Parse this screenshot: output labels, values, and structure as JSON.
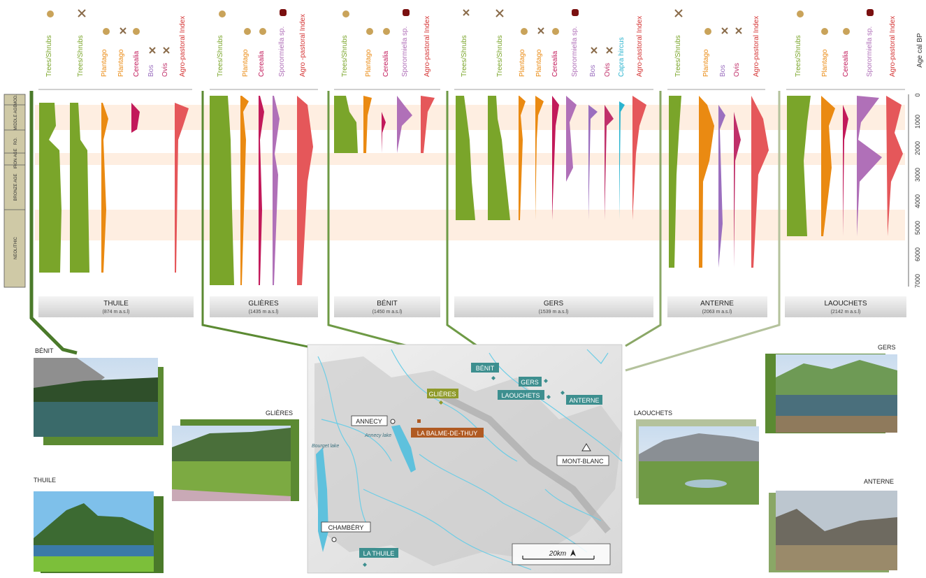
{
  "age_axis": {
    "label": "Age cal BP",
    "ticks": [
      "0",
      "1000",
      "2000",
      "3000",
      "4000",
      "5000",
      "6000",
      "7000"
    ]
  },
  "periods": [
    "MOD.",
    "MIDDLE AGE",
    "RO.",
    "IRON AGE",
    "BRONZE AGE",
    "NEOLITHIC"
  ],
  "sites": [
    {
      "name": "THUILE",
      "altitude": "(874 m a.s.l)",
      "photo_label": "THUILE",
      "map_label": "LA THUILE"
    },
    {
      "name": "GLIÈRES",
      "altitude": "(1435 m a.s.l)",
      "photo_label": "GLIÈRES",
      "map_label": "GLIÈRES"
    },
    {
      "name": "BÉNIT",
      "altitude": "(1450 m a.s.l)",
      "photo_label": "BÉNIT",
      "map_label": "BÉNIT"
    },
    {
      "name": "GERS",
      "altitude": "(1539 m a.s.l)",
      "photo_label": "GERS",
      "map_label": "GERS"
    },
    {
      "name": "ANTERNE",
      "altitude": "(2063 m a.s.l)",
      "photo_label": "ANTERNE",
      "map_label": "ANTERNE"
    },
    {
      "name": "LAOUCHETS",
      "altitude": "(2142 m a.s.l)",
      "photo_label": "LAOUCHETS",
      "map_label": "LAOUCHETS"
    }
  ],
  "proxy_labels": {
    "trees": "Trees/Shrubs",
    "plantago": "Plantago",
    "cerealia": "Cerealia",
    "sporormiella": "Sporormiella sp.",
    "agro": "Agro-pastoral Index",
    "agro_alt": "Agro -pastoral Index",
    "bos": "Bos",
    "ovis": "Ovis",
    "capra": "Capra hircus"
  },
  "map": {
    "cities": [
      "ANNECY",
      "CHAMBÉRY"
    ],
    "other_sites": [
      "LA BALME-DE-THUY"
    ],
    "peak": "MONT-BLANC",
    "lakes": [
      "Annecy lake",
      "Bourget lake"
    ],
    "scale": "20km"
  },
  "colors": {
    "trees": "#7aa52a",
    "plantago": "#ea8a12",
    "cerealia": "#c21a5a",
    "sporormiella": "#b070b8",
    "agro": "#e5575a",
    "bos": "#9b6fbf",
    "ovis": "#c0306a",
    "capra": "#2bb4cf",
    "teal_label": "#3d8f8f",
    "olive_label": "#8f9a2a",
    "brown_label": "#b05a22"
  }
}
